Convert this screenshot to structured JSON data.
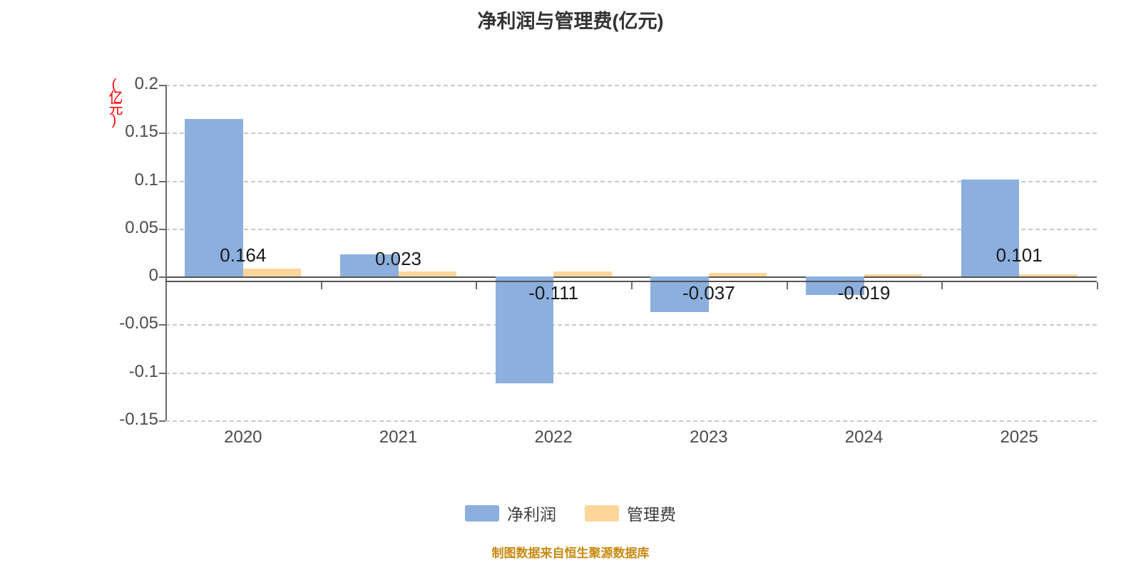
{
  "chart_data": {
    "type": "bar",
    "title": "净利润与管理费(亿元)",
    "xlabel": "",
    "ylabel": "(亿元)",
    "ylim": [
      -0.15,
      0.2
    ],
    "grid": true,
    "legend_position": "bottom",
    "categories": [
      "2020",
      "2021",
      "2022",
      "2023",
      "2024",
      "2025"
    ],
    "ytick_labels": [
      "0.2",
      "0.15",
      "0.1",
      "0.05",
      "0",
      "-0.05",
      "-0.1",
      "-0.15"
    ],
    "ytick_values": [
      0.2,
      0.15,
      0.1,
      0.05,
      0,
      -0.05,
      -0.1,
      -0.15
    ],
    "series": [
      {
        "name": "净利润",
        "color": "#8cafde",
        "values": [
          0.164,
          0.023,
          -0.111,
          -0.037,
          -0.019,
          0.101
        ],
        "labels": [
          "0.164",
          "0.023",
          "-0.111",
          "-0.037",
          "-0.019",
          "0.101"
        ]
      },
      {
        "name": "管理费",
        "color": "#fcd69b",
        "values": [
          0.008,
          0.0055,
          0.005,
          0.0035,
          0.0025,
          0.002
        ],
        "labels": [
          "",
          "",
          "",
          "",
          "",
          ""
        ]
      }
    ],
    "annotation": "制图数据来自恒生聚源数据库"
  },
  "title": "净利润与管理费(亿元)",
  "y_unit": "(亿元)",
  "footer": "制图数据来自恒生聚源数据库",
  "legend": [
    {
      "label": "净利润",
      "color": "#8cafde"
    },
    {
      "label": "管理费",
      "color": "#fcd69b"
    }
  ]
}
